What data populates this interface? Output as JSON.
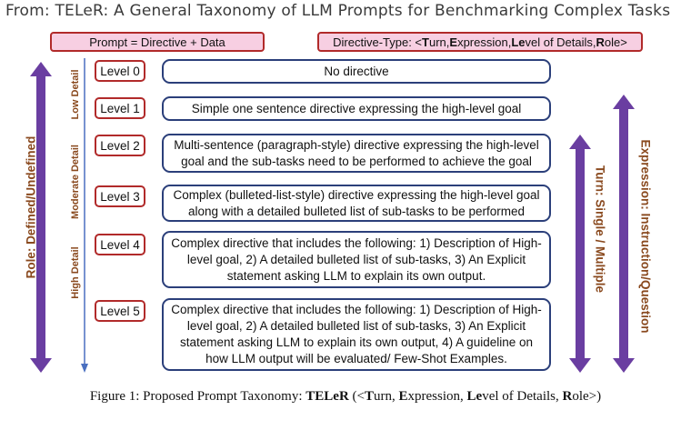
{
  "title": "From: TELeR: A General Taxonomy of LLM Prompts for Benchmarking Complex Tasks",
  "header": {
    "left": "Prompt = Directive + Data",
    "right_prefix": "Directive-Type: <",
    "right_T": "T",
    "right_urn": "urn, ",
    "right_E": "E",
    "right_xpression": "xpression, ",
    "right_Le": "Le",
    "right_vel": "vel of Details, ",
    "right_R": "R",
    "right_ole": "ole>"
  },
  "axes": {
    "role": "Role: Defined/Undefined",
    "turn": "Turn: Single / Multiple",
    "expression": "Expression: Instruction/Question",
    "low_detail": "Low Detail",
    "moderate_detail": "Moderate Detail",
    "high_detail": "High Detail"
  },
  "levels": [
    {
      "label": "Level 0",
      "text": "No directive"
    },
    {
      "label": "Level 1",
      "text": "Simple one sentence directive expressing the high-level goal"
    },
    {
      "label": "Level 2",
      "text": "Multi-sentence (paragraph-style) directive expressing the high-level goal and the sub-tasks need to be performed to achieve the goal"
    },
    {
      "label": "Level 3",
      "text": "Complex (bulleted-list-style) directive expressing the high-level goal along with a detailed bulleted list of sub-tasks to be performed"
    },
    {
      "label": "Level 4",
      "text": "Complex directive that includes the following: 1) Description of High-level goal, 2) A detailed bulleted list of sub-tasks, 3) An Explicit statement asking LLM to explain its own output."
    },
    {
      "label": "Level 5",
      "text": "Complex directive that includes the following: 1) Description of High-level goal, 2) A detailed bulleted list of sub-tasks, 3) An Explicit statement asking LLM to explain its own output, 4) A guideline on how LLM output will be evaluated/ Few-Shot Examples."
    }
  ],
  "caption": {
    "prefix": "Figure 1: Proposed Prompt Taxonomy: ",
    "bold": "TELeR",
    "open": " (<",
    "T": "T",
    "urn": "urn, ",
    "E": "E",
    "xpression": "xpression, ",
    "Le": "Le",
    "vel": "vel of Details, ",
    "R": "R",
    "ole": "ole>)"
  },
  "colors": {
    "arrow": "#6a3ea1",
    "level_border": "#b12a2a",
    "box_border": "#2b3f7a",
    "header_fill": "#f7cfe2",
    "axis_text": "#8a4a1f"
  }
}
